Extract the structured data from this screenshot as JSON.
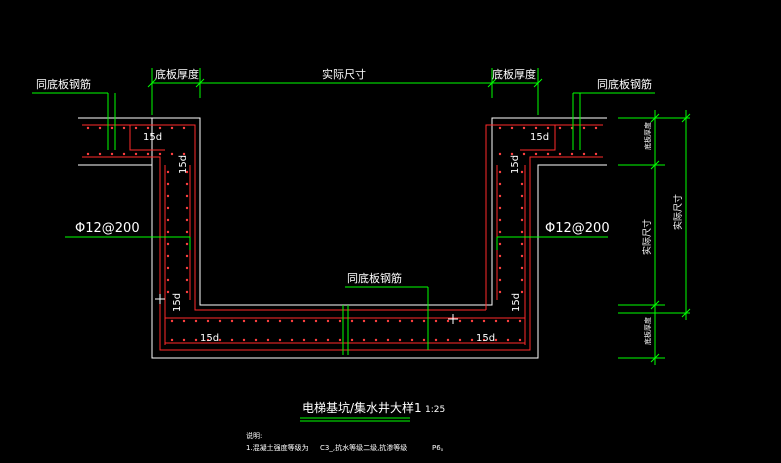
{
  "colors": {
    "background": "#000000",
    "green": "#00ff00",
    "white": "#ffffff",
    "red": "#ff2a2a",
    "rebar_dot": "#ff4040"
  },
  "labels": {
    "base_thickness_left": "底板厚度",
    "base_thickness_right": "底板厚度",
    "actual_size": "实际尺寸",
    "same_rebar_left": "同底板钢筋",
    "same_rebar_right": "同底板钢筋",
    "same_rebar_bottom": "同底板钢筋",
    "rebar_left": "Φ12@200",
    "rebar_right": "Φ12@200",
    "anchor_15d": "15d",
    "dim_top_right": "底板厚度",
    "dim_mid_right": "实际尺寸",
    "dim_bottom_right": "底板厚度",
    "dim_overall_right": "实际尺寸"
  },
  "title": {
    "main": "电梯基坑/集水井大样1",
    "scale": "1:25"
  },
  "notes": {
    "heading": "说明:",
    "line1_a": "1.混凝土强度等级为",
    "line1_b": "C3_,抗水等级二级,抗渗等级",
    "line1_c": "P6。"
  }
}
